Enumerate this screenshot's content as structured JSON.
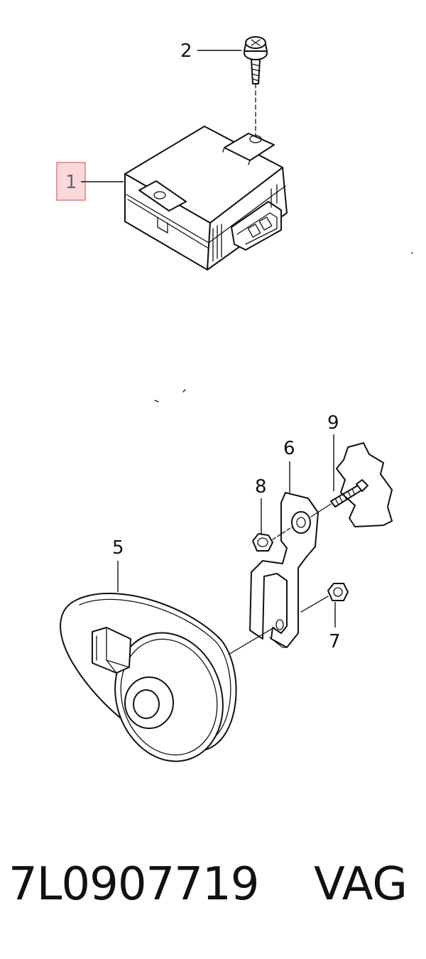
{
  "callouts": {
    "c1": "1",
    "c2": "2",
    "c5": "5",
    "c6": "6",
    "c7": "7",
    "c8": "8",
    "c9": "9"
  },
  "highlight_color": "#f9d9dc",
  "footer": {
    "part_number": "7L0907719",
    "brand": "VAG"
  }
}
